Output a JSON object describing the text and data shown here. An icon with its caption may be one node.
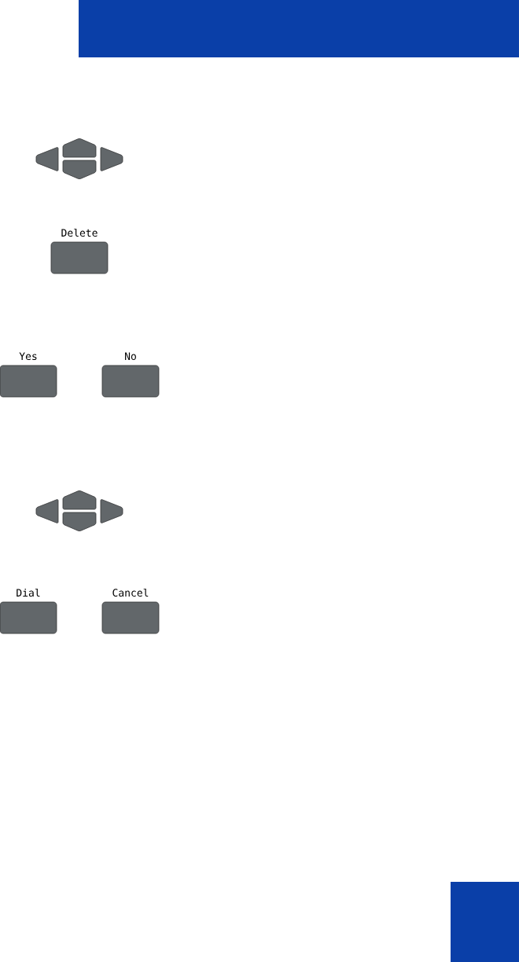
{
  "diagram": {
    "nodes": [
      {
        "text": [
          "Delete"
        ]
      },
      {
        "text": [
          "Yes"
        ]
      },
      {
        "text": [
          "No"
        ]
      },
      {
        "text": [
          "Dial"
        ]
      },
      {
        "text": [
          "Cancel"
        ]
      }
    ]
  }
}
